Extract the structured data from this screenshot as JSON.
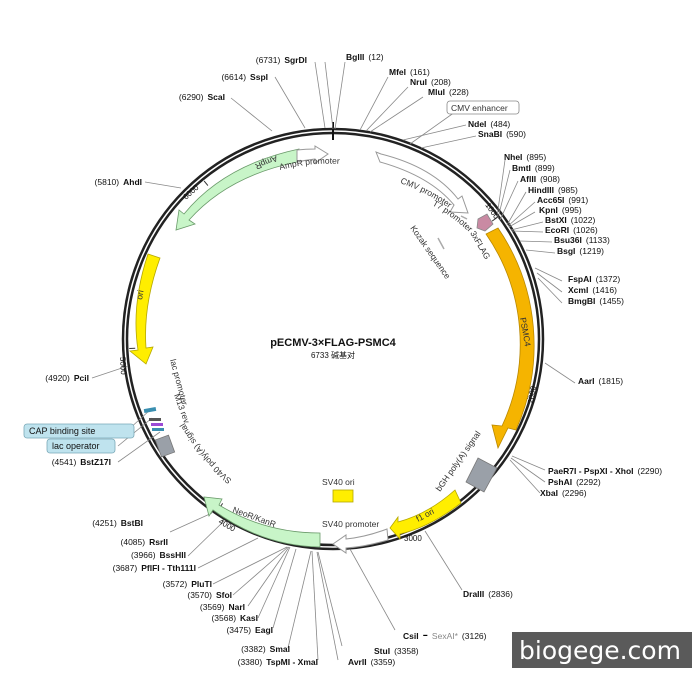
{
  "plasmid": {
    "name": "pECMV-3×FLAG-PSMC4",
    "size_label": "6733 碱基对",
    "length": 6733
  },
  "ticks": [
    "1000",
    "2000",
    "3000",
    "4000",
    "5000",
    "6000"
  ],
  "sites": [
    {
      "name": "BglII",
      "pos": "(12)"
    },
    {
      "name": "MfeI",
      "pos": "(161)"
    },
    {
      "name": "NruI",
      "pos": "(208)"
    },
    {
      "name": "MluI",
      "pos": "(228)"
    },
    {
      "name": "NdeI",
      "pos": "(484)"
    },
    {
      "name": "SnaBI",
      "pos": "(590)"
    },
    {
      "name": "NheI",
      "pos": "(895)"
    },
    {
      "name": "BmtI",
      "pos": "(899)"
    },
    {
      "name": "AflII",
      "pos": "(908)"
    },
    {
      "name": "HindIII",
      "pos": "(985)"
    },
    {
      "name": "Acc65I",
      "pos": "(991)"
    },
    {
      "name": "KpnI",
      "pos": "(995)"
    },
    {
      "name": "BstXI",
      "pos": "(1022)"
    },
    {
      "name": "EcoRI",
      "pos": "(1026)"
    },
    {
      "name": "Bsu36I",
      "pos": "(1133)"
    },
    {
      "name": "BsgI",
      "pos": "(1219)"
    },
    {
      "name": "FspAI",
      "pos": "(1372)"
    },
    {
      "name": "XcmI",
      "pos": "(1416)"
    },
    {
      "name": "BmgBI",
      "pos": "(1455)"
    },
    {
      "name": "AarI",
      "pos": "(1815)"
    },
    {
      "name": "PaeR7I - PspXI - XhoI",
      "pos": "(2290)"
    },
    {
      "name": "PshAI",
      "pos": "(2292)"
    },
    {
      "name": "XbaI",
      "pos": "(2296)"
    },
    {
      "name": "DraIII",
      "pos": "(2836)"
    },
    {
      "name": "CsiI",
      "extra": "SexAI*",
      "pos": "(3126)"
    },
    {
      "name": "StuI",
      "pos": "(3358)"
    },
    {
      "name": "AvrII",
      "pos": "(3359)"
    },
    {
      "name": "TspMI - XmaI",
      "pos": "(3380)"
    },
    {
      "name": "SmaI",
      "pos": "(3382)"
    },
    {
      "name": "EagI",
      "pos": "(3475)"
    },
    {
      "name": "KasI",
      "pos": "(3568)"
    },
    {
      "name": "NarI",
      "pos": "(3569)"
    },
    {
      "name": "SfoI",
      "pos": "(3570)"
    },
    {
      "name": "PluTI",
      "pos": "(3572)"
    },
    {
      "name": "PflFI - Tth111I",
      "pos": "(3687)"
    },
    {
      "name": "BssHII",
      "pos": "(3966)"
    },
    {
      "name": "RsrII",
      "pos": "(4085)"
    },
    {
      "name": "BstBI",
      "pos": "(4251)"
    },
    {
      "name": "BstZ17I",
      "pos": "(4541)"
    },
    {
      "name": "PciI",
      "pos": "(4920)"
    },
    {
      "name": "AhdI",
      "pos": "(5810)"
    },
    {
      "name": "ScaI",
      "pos": "(6290)"
    },
    {
      "name": "SspI",
      "pos": "(6614)"
    },
    {
      "name": "SgrDI",
      "pos": "(6731)"
    }
  ],
  "features": {
    "cmv_enhancer": "CMV enhancer",
    "cmv_promoter": "CMV promoter",
    "t7_promoter": "T7 promoter",
    "kozak": "Kozak sequence",
    "flag": "3xFLAG",
    "psmc4": "PSMC4",
    "bgh": "bGH poly(A) signal",
    "f1_ori": "f1 ori",
    "sv40_promoter": "SV40 promoter",
    "sv40_ori": "SV40 ori",
    "neor": "NeoR/KanR",
    "sv40_polya": "SV40 poly(A) signal",
    "lac_promoter": "lac promoter",
    "m13_rev": "M13 rev",
    "ori": "ori",
    "ampr": "AmpR",
    "ampr_promoter": "AmpR promoter",
    "cap_site": "CAP binding site",
    "lac_operator": "lac operator"
  },
  "watermark": "biogege.com",
  "colors": {
    "backbone": "#222222",
    "cmv": "#ffffff",
    "psmc4": "#f5b400",
    "flag": "#c98aa3",
    "bgh": "#9aa0a8",
    "f1_ori": "#ffee00",
    "sv40_ori": "#ffee00",
    "ori": "#ffee00",
    "neor": "#c8f5c8",
    "ampr": "#c8f5c8",
    "callout_bg": "#bfe3ee",
    "watermark_bg": "#5a5a5a"
  }
}
